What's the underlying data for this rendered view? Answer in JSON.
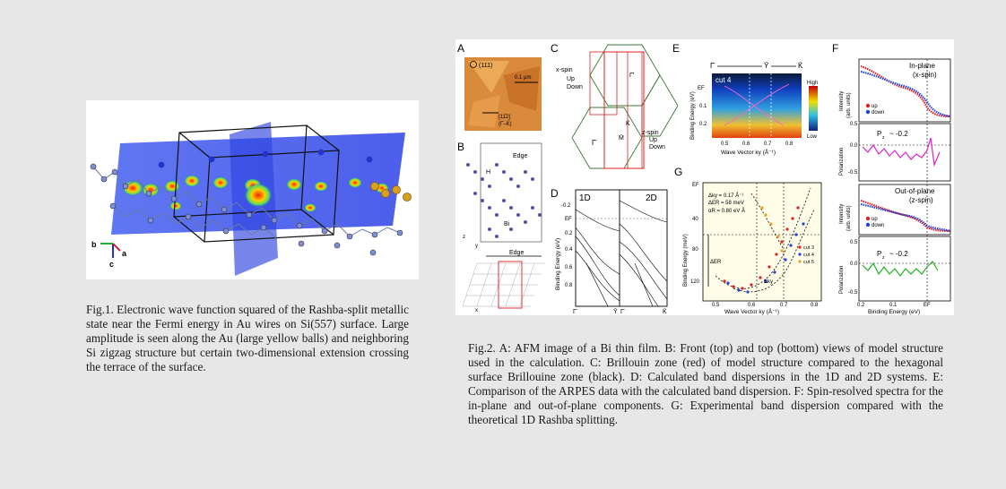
{
  "fig1": {
    "caption": "Fig.1. Electronic wave function squared of the Rashba-split metallic state near the Fermi energy in Au wires on Si(557) surface. Large amplitude is seen along the Au (large yellow balls) and neighboring Si zigzag structure but certain two-dimensional extension crossing the terrace of the surface.",
    "axes": {
      "b": "b",
      "c": "c",
      "a": "a"
    }
  },
  "fig2": {
    "caption": "Fig.2. A: AFM image of a Bi thin film. B: Front (top) and top (bottom) views of model structure used in the calculation. C: Brillouin zone (red) of model structure compared to the hexagonal surface Brillouine zone (black). D: Calculated band dispersions in the 1D and 2D systems. E: Comparison of the ARPES data with the calculated band dispersion. F: Spin-resolved spectra for the in-plane and out-of-plane components. G: Experimental band dispersion compared with the theoretical 1D Rashba splitting.",
    "panels": {
      "A": {
        "label": "A",
        "miller": "(111)",
        "scale": "0.1 μm",
        "dir1": "[11̄2]",
        "dir2": "(Γ̄–K̄)"
      },
      "B": {
        "label": "B",
        "edge_top": "Edge",
        "h": "H",
        "bi": "Bi",
        "edge_bottom": "Edge",
        "z": "z",
        "y": "y",
        "x": "x"
      },
      "C": {
        "label": "C",
        "xspin": "x-spin",
        "up": "Up",
        "down": "Down",
        "zspin": "z-spin",
        "zup": "Up",
        "zdown": "Down",
        "gamma": "Γ̄",
        "m": "M̄",
        "k": "K̄",
        "gamma_p": "Γ̄'"
      },
      "D": {
        "label": "D",
        "d1": "1D",
        "d2": "2D",
        "ylabel": "Binding Energy (eV)",
        "ticks": [
          "-0.2",
          "EF",
          "0.2",
          "0.4",
          "0.6",
          "0.8"
        ],
        "xl": [
          "Γ̄",
          "Ȳ",
          "Γ̄",
          "K̄"
        ]
      },
      "E": {
        "label": "E",
        "gamma": "Γ̄",
        "y": "Ȳ",
        "k": "K̄",
        "cut": "cut 4",
        "high": "High",
        "low": "Low",
        "yticks": [
          "EF",
          "0.1",
          "0.2"
        ],
        "xticks": [
          "0.5",
          "0.6",
          "0.7",
          "0.8"
        ],
        "xlabel": "Wave Vector ky (Å⁻¹)",
        "ylabel": "Binding Energy (eV)"
      },
      "F": {
        "label": "F",
        "inplane": "In-plane",
        "inplane2": "(x-spin)",
        "outplane": "Out-of-plane",
        "outplane2": "(z-spin)",
        "up": "up",
        "down": "down",
        "pz1": "P",
        "pz1sub": "z",
        "pz1val": "~ -0.2",
        "intensity": "Intensity",
        "arb": "(arb. units)",
        "pol": "Polarization",
        "yt1": [
          "0.5",
          "0.0",
          "-0.5"
        ],
        "xticks": [
          "0.2",
          "0.1",
          "EF"
        ],
        "xlabel": "Binding Energy (eV)"
      },
      "G": {
        "label": "G",
        "l1": "Δky = 0.17 Å⁻¹",
        "l2": "ΔER = 58 meV",
        "l3": "αR = 0.80 eV Å",
        "ef": "EF",
        "yticks": [
          "40",
          "80",
          "120"
        ],
        "xticks": [
          "0.5",
          "0.6",
          "0.7",
          "0.8"
        ],
        "de": "ΔER",
        "dk": "Δky",
        "ylabel": "Binding Energy (meV)",
        "xlabel": "Wave Vector ky (Å⁻¹)",
        "legend": [
          "cut 3",
          "cut 4",
          "cut 5"
        ]
      }
    }
  },
  "colors": {
    "up": "#e0181c",
    "down": "#1f2fe0",
    "pz_in": "#e020c8",
    "pz_out": "#20b020",
    "bz": "#e02020"
  }
}
